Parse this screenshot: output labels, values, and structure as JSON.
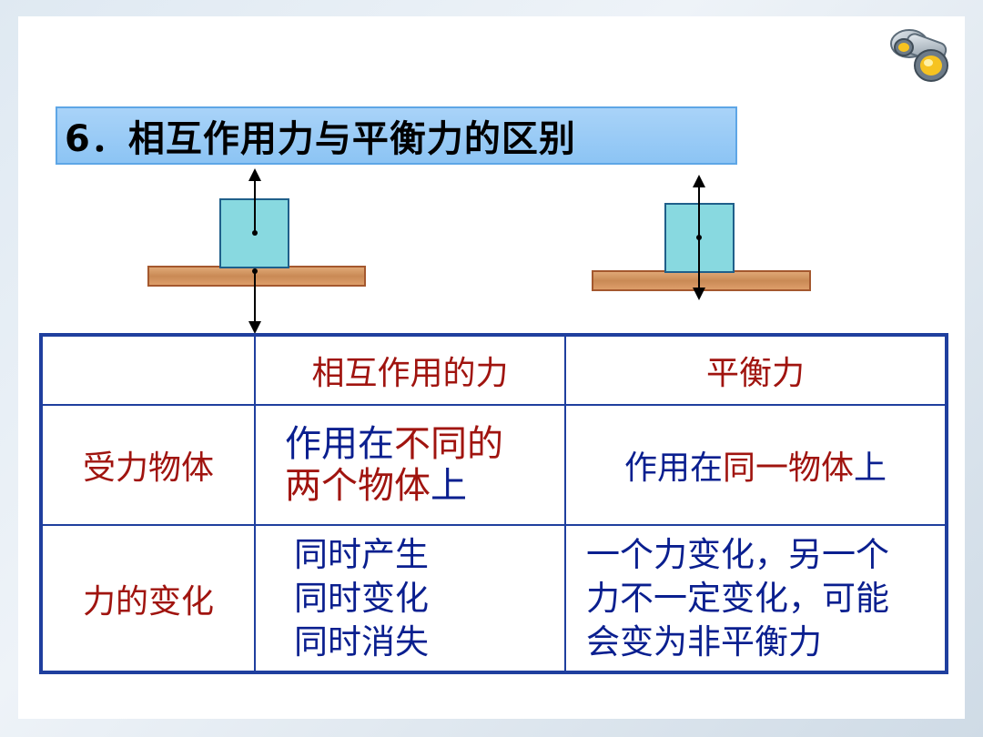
{
  "title": "6．相互作用力与平衡力的区别",
  "table": {
    "headers": [
      "",
      "相互作用的力",
      "平衡力"
    ],
    "rows": [
      {
        "label": "受力物体",
        "col1": {
          "line1": [
            {
              "text": "作用在",
              "color": "blue"
            },
            {
              "text": "不同的",
              "color": "red"
            }
          ],
          "line2": [
            {
              "text": "两个物体",
              "color": "red"
            },
            {
              "text": "上",
              "color": "blue"
            }
          ]
        },
        "col2": [
          {
            "text": "作用在",
            "color": "blue"
          },
          {
            "text": "同一物体",
            "color": "red"
          },
          {
            "text": "上",
            "color": "blue"
          }
        ]
      },
      {
        "label": "力的变化",
        "col1_lines": [
          "同时产生",
          "同时变化",
          "同时消失"
        ],
        "col2_lines": [
          "一个力变化，另一个",
          "力不一定变化，可能",
          "会变为非平衡力"
        ]
      }
    ]
  },
  "colors": {
    "text_red": "#a0140f",
    "text_blue": "#0a1f8f",
    "table_border": "#1f3f9e",
    "block_fill": "#88d9e0",
    "board_fill": "#d59a6a"
  },
  "icons": [
    "binoculars-icon"
  ]
}
